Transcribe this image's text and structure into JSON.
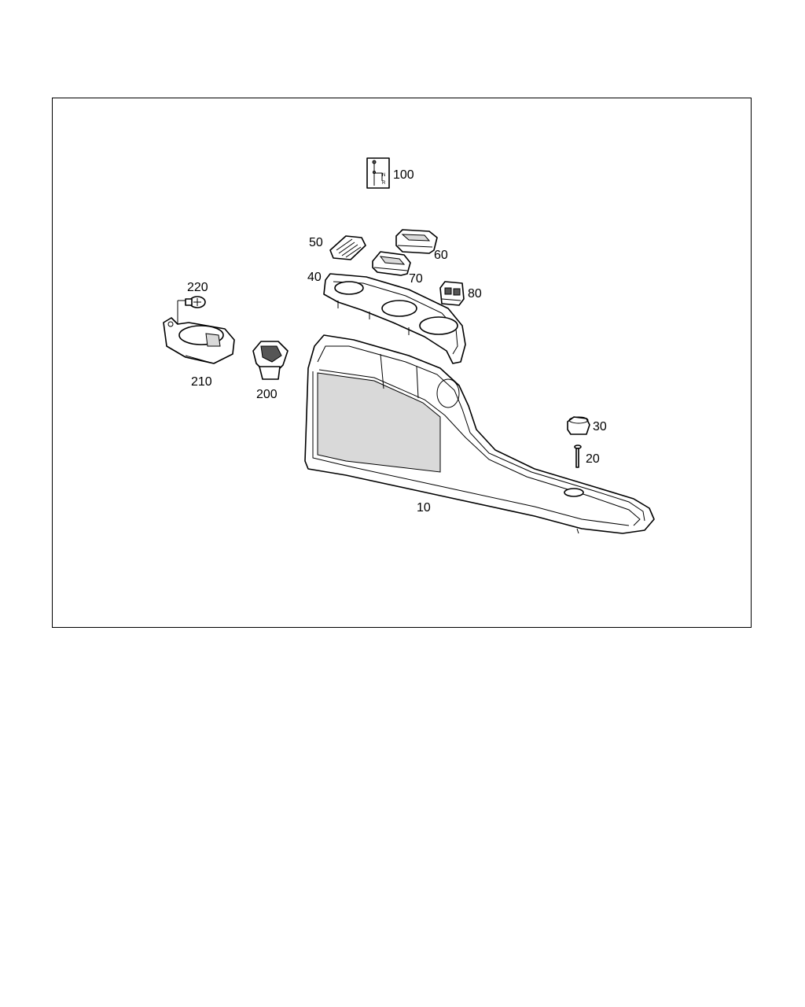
{
  "diagram": {
    "labels": {
      "p100": "100",
      "p50": "50",
      "p60": "60",
      "p70": "70",
      "p40": "40",
      "p80": "80",
      "p220": "220",
      "p210": "210",
      "p200": "200",
      "p30": "30",
      "p20": "20",
      "p10": "10"
    },
    "shift_label": {
      "n": "N",
      "r": "R"
    }
  }
}
